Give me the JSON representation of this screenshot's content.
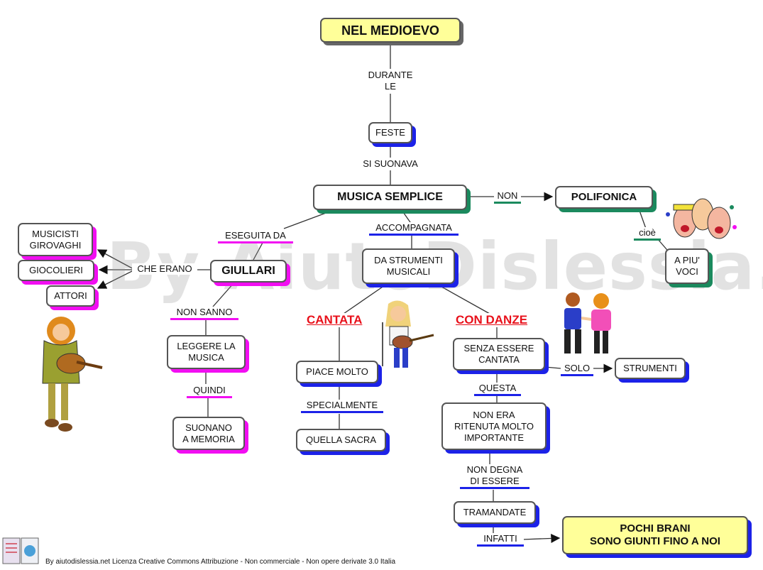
{
  "title": "NEL MEDIOEVO",
  "watermark": "By AiutoDislessia.net",
  "footer": "By aiutodislessia.net Licenza Creative Commons Attribuzione - Non commerciale - Non opere derivate 3.0 Italia",
  "nodes": {
    "feste": "FESTE",
    "musica": "MUSICA SEMPLICE",
    "polifonica": "POLIFONICA",
    "apiu": "A PIU'\nVOCI",
    "giullari": "GIULLARI",
    "musicisti": "MUSICISTI\nGIROVAGHI",
    "giocolieri": "GIOCOLIERI",
    "attori": "ATTORI",
    "leggere": "LEGGERE LA\nMUSICA",
    "suonano": "SUONANO\nA MEMORIA",
    "strumenti_musicali": "DA STRUMENTI\nMUSICALI",
    "piace": "PIACE MOLTO",
    "sacra": "QUELLA SACRA",
    "senza": "SENZA ESSERE\nCANTATA",
    "strumenti": "STRUMENTI",
    "nonera": "NON ERA\nRITENUTA MOLTO\nIMPORTANTE",
    "tramandate": "TRAMANDATE",
    "pochi": "POCHI BRANI\nSONO GIUNTI FINO A NOI"
  },
  "labels": {
    "durante": "DURANTE\nLE",
    "si_suonava": "SI SUONAVA",
    "non": "NON",
    "cioe": "cioè",
    "eseguita": "ESEGUITA DA",
    "accompagnata": "ACCOMPAGNATA",
    "che_erano": "CHE ERANO",
    "non_sanno": "NON SANNO",
    "quindi": "QUINDI",
    "specialmente": "SPECIALMENTE",
    "solo": "SOLO",
    "questa": "QUESTA",
    "non_degna": "NON DEGNA\nDI ESSERE",
    "infatti": "INFATTI"
  },
  "highlights": {
    "cantata": "CANTATA",
    "con_danze": "CON DANZE"
  },
  "colors": {
    "title_fill": "#ffff99",
    "shadow_blue": "#1c22e8",
    "shadow_magenta": "#f20ef2",
    "shadow_green": "#1b8a5e",
    "highlight_red": "#e8101a"
  }
}
